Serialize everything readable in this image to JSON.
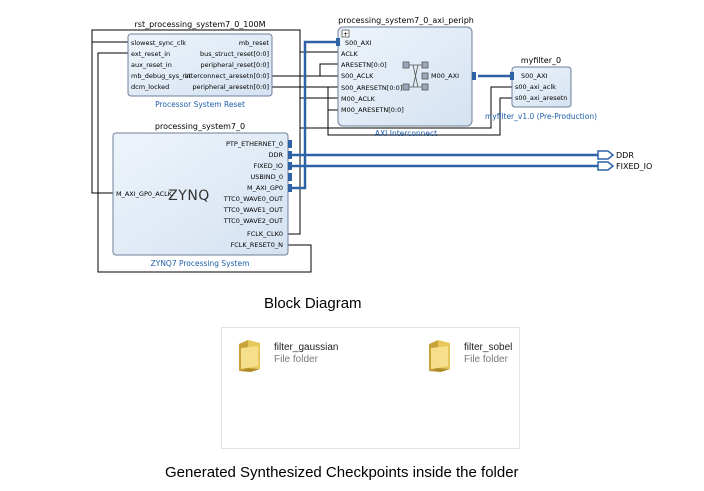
{
  "diagram": {
    "rst": {
      "name": "rst_processing_system7_0_100M",
      "subtitle": "Processor System Reset",
      "left_ports": [
        "slowest_sync_clk",
        "ext_reset_in",
        "aux_reset_in",
        "mb_debug_sys_rst",
        "dcm_locked"
      ],
      "right_ports": [
        "mb_reset",
        "bus_struct_reset[0:0]",
        "peripheral_reset[0:0]",
        "interconnect_aresetn[0:0]",
        "peripheral_aresetn[0:0]"
      ]
    },
    "axi": {
      "name": "processing_system7_0_axi_periph",
      "subtitle": "AXI Interconnect",
      "left_ports": [
        "S00_AXI",
        "ACLK",
        "ARESETN[0:0]",
        "S00_ACLK",
        "S00_ARESETN[0:0]",
        "M00_ACLK",
        "M00_ARESETN[0:0]"
      ],
      "right_port": "M00_AXI"
    },
    "myfilter": {
      "name": "myfilter_0",
      "subtitle": "myfilter_v1.0 (Pre-Production)",
      "left_ports": [
        "S00_AXI",
        "s00_axi_aclk",
        "s00_axi_aresetn"
      ]
    },
    "ps": {
      "name": "processing_system7_0",
      "subtitle": "ZYNQ7 Processing System",
      "logo": "ZYNQ",
      "left_port": "M_AXI_GP0_ACLK",
      "right_ports": [
        "PTP_ETHERNET_0",
        "DDR",
        "FIXED_IO",
        "USBIND_0",
        "M_AXI_GP0",
        "TTC0_WAVE0_OUT",
        "TTC0_WAVE1_OUT",
        "TTC0_WAVE2_OUT",
        "FCLK_CLK0",
        "FCLK_RESET0_N"
      ]
    },
    "external_ports": [
      "DDR",
      "FIXED_IO"
    ]
  },
  "captions": {
    "block_diagram": "Block Diagram",
    "checkpoints": "Generated Synthesized Checkpoints inside the folder"
  },
  "folders": [
    {
      "name": "filter_gaussian",
      "type": "File folder",
      "icon": "folder-icon"
    },
    {
      "name": "filter_sobel",
      "type": "File folder",
      "icon": "folder-icon"
    }
  ],
  "colors": {
    "block_fill": "#dfe9f5",
    "block_stroke": "#6c7f99",
    "bus": "#2e62a7",
    "wire": "#000000",
    "subtitle": "#1f5fa8"
  }
}
